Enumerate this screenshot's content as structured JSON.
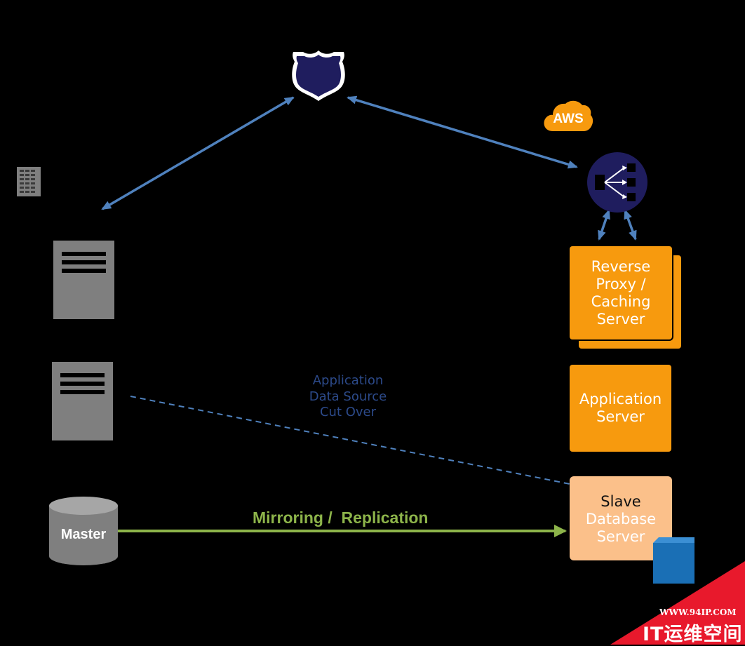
{
  "diagram": {
    "aws_label": "AWS",
    "reverse_proxy_label": "Reverse\nProxy /\nCaching\nServer",
    "application_server_label": "Application\nServer",
    "slave_db": {
      "line1": "Slave",
      "line2": "Database",
      "line3": "Server"
    },
    "master_label": "Master",
    "cutover_label": "Application\nData Source\nCut Over",
    "mirroring_label": "Mirroring /  Replication"
  },
  "colors": {
    "arrow_blue": "#4f81bd",
    "arrow_green": "#8db44a",
    "orange": "#f79a0e",
    "slave_fill": "#fbc08a",
    "navy": "#1f1d5e",
    "server_gray": "#7f7f7f",
    "aws_cloud": "#f79a0e",
    "cube_blue": "#1a6fb5",
    "watermark_red": "#e8192c"
  },
  "watermark": {
    "url": "WWW.94IP.COM",
    "name": "IT运维空间"
  }
}
